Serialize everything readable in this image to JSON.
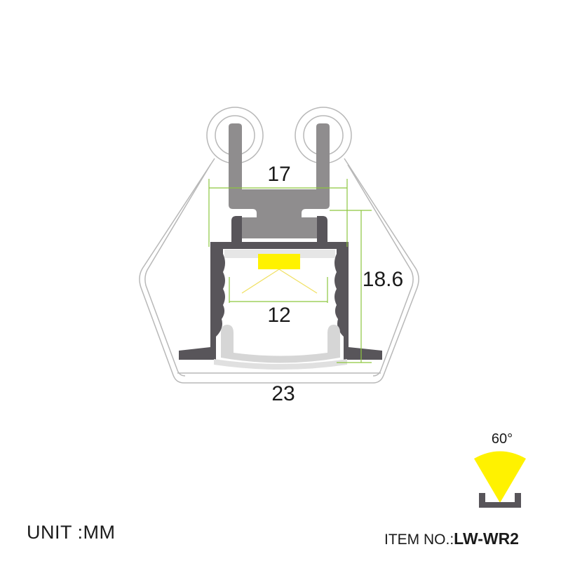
{
  "dimensions": {
    "top_width": "17",
    "height": "18.6",
    "inner_width": "12",
    "bottom_width": "23"
  },
  "beam": {
    "angle": "60°"
  },
  "footer": {
    "unit": "UNIT :MM",
    "item_prefix": "ITEM NO.:",
    "item_code": "LW-WR2"
  },
  "colors": {
    "profile": "#5a5658",
    "clip": "#8f8d8e",
    "diffuser": "#d4d4d4",
    "dimension": "#8dc63f",
    "led": "#fff200",
    "outline": "#b5b5b5"
  }
}
